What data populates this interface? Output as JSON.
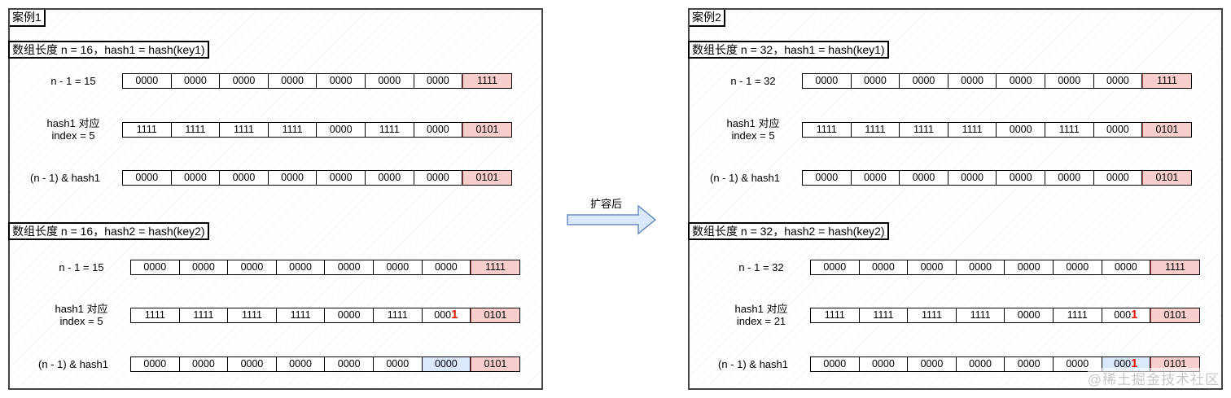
{
  "arrow_label": "扩容后",
  "watermark": "@稀土掘金技术社区",
  "case1": {
    "title": "案例1",
    "sectionA": {
      "title": "数组长度 n = 16，hash1 = hash(key1)",
      "rows": [
        {
          "label": "n - 1 = 15",
          "cells": [
            "0000",
            "0000",
            "0000",
            "0000",
            "0000",
            "0000",
            "0000",
            "1111"
          ]
        },
        {
          "label": "hash1 对应\nindex = 5",
          "cells": [
            "1111",
            "1111",
            "1111",
            "1111",
            "0000",
            "1111",
            "0000",
            "0101"
          ]
        },
        {
          "label": "(n - 1) & hash1",
          "cells": [
            "0000",
            "0000",
            "0000",
            "0000",
            "0000",
            "0000",
            "0000",
            "0101"
          ]
        }
      ]
    },
    "sectionB": {
      "title": "数组长度 n = 16，hash2 = hash(key2)",
      "rows": [
        {
          "label": "n - 1 = 15",
          "cells": [
            "0000",
            "0000",
            "0000",
            "0000",
            "0000",
            "0000",
            "0000",
            "1111"
          ]
        },
        {
          "label": "hash1 对应\nindex = 5",
          "cells": [
            "1111",
            "1111",
            "1111",
            "1111",
            "0000",
            "1111",
            "000",
            "0101"
          ],
          "hl_digit": "1"
        },
        {
          "label": "(n - 1) & hash1",
          "cells": [
            "0000",
            "0000",
            "0000",
            "0000",
            "0000",
            "0000",
            "0000",
            "0101"
          ]
        }
      ]
    }
  },
  "case2": {
    "title": "案例2",
    "sectionA": {
      "title": "数组长度 n = 32，hash1 = hash(key1)",
      "rows": [
        {
          "label": "n - 1 = 32",
          "cells": [
            "0000",
            "0000",
            "0000",
            "0000",
            "0000",
            "0000",
            "0000",
            "1111"
          ]
        },
        {
          "label": "hash1 对应\nindex = 5",
          "cells": [
            "1111",
            "1111",
            "1111",
            "1111",
            "0000",
            "1111",
            "0000",
            "0101"
          ]
        },
        {
          "label": "(n - 1) & hash1",
          "cells": [
            "0000",
            "0000",
            "0000",
            "0000",
            "0000",
            "0000",
            "0000",
            "0101"
          ]
        }
      ]
    },
    "sectionB": {
      "title": "数组长度 n = 32，hash2 = hash(key2)",
      "rows": [
        {
          "label": "n - 1 = 32",
          "cells": [
            "0000",
            "0000",
            "0000",
            "0000",
            "0000",
            "0000",
            "0000",
            "1111"
          ]
        },
        {
          "label": "hash1 对应\nindex = 21",
          "cells": [
            "1111",
            "1111",
            "1111",
            "1111",
            "0000",
            "1111",
            "000",
            "0101"
          ],
          "hl_digit": "1"
        },
        {
          "label": "(n - 1) & hash1",
          "cells": [
            "0000",
            "0000",
            "0000",
            "0000",
            "0000",
            "0000",
            "000",
            "0101"
          ],
          "hl_digit": "1"
        }
      ]
    }
  }
}
